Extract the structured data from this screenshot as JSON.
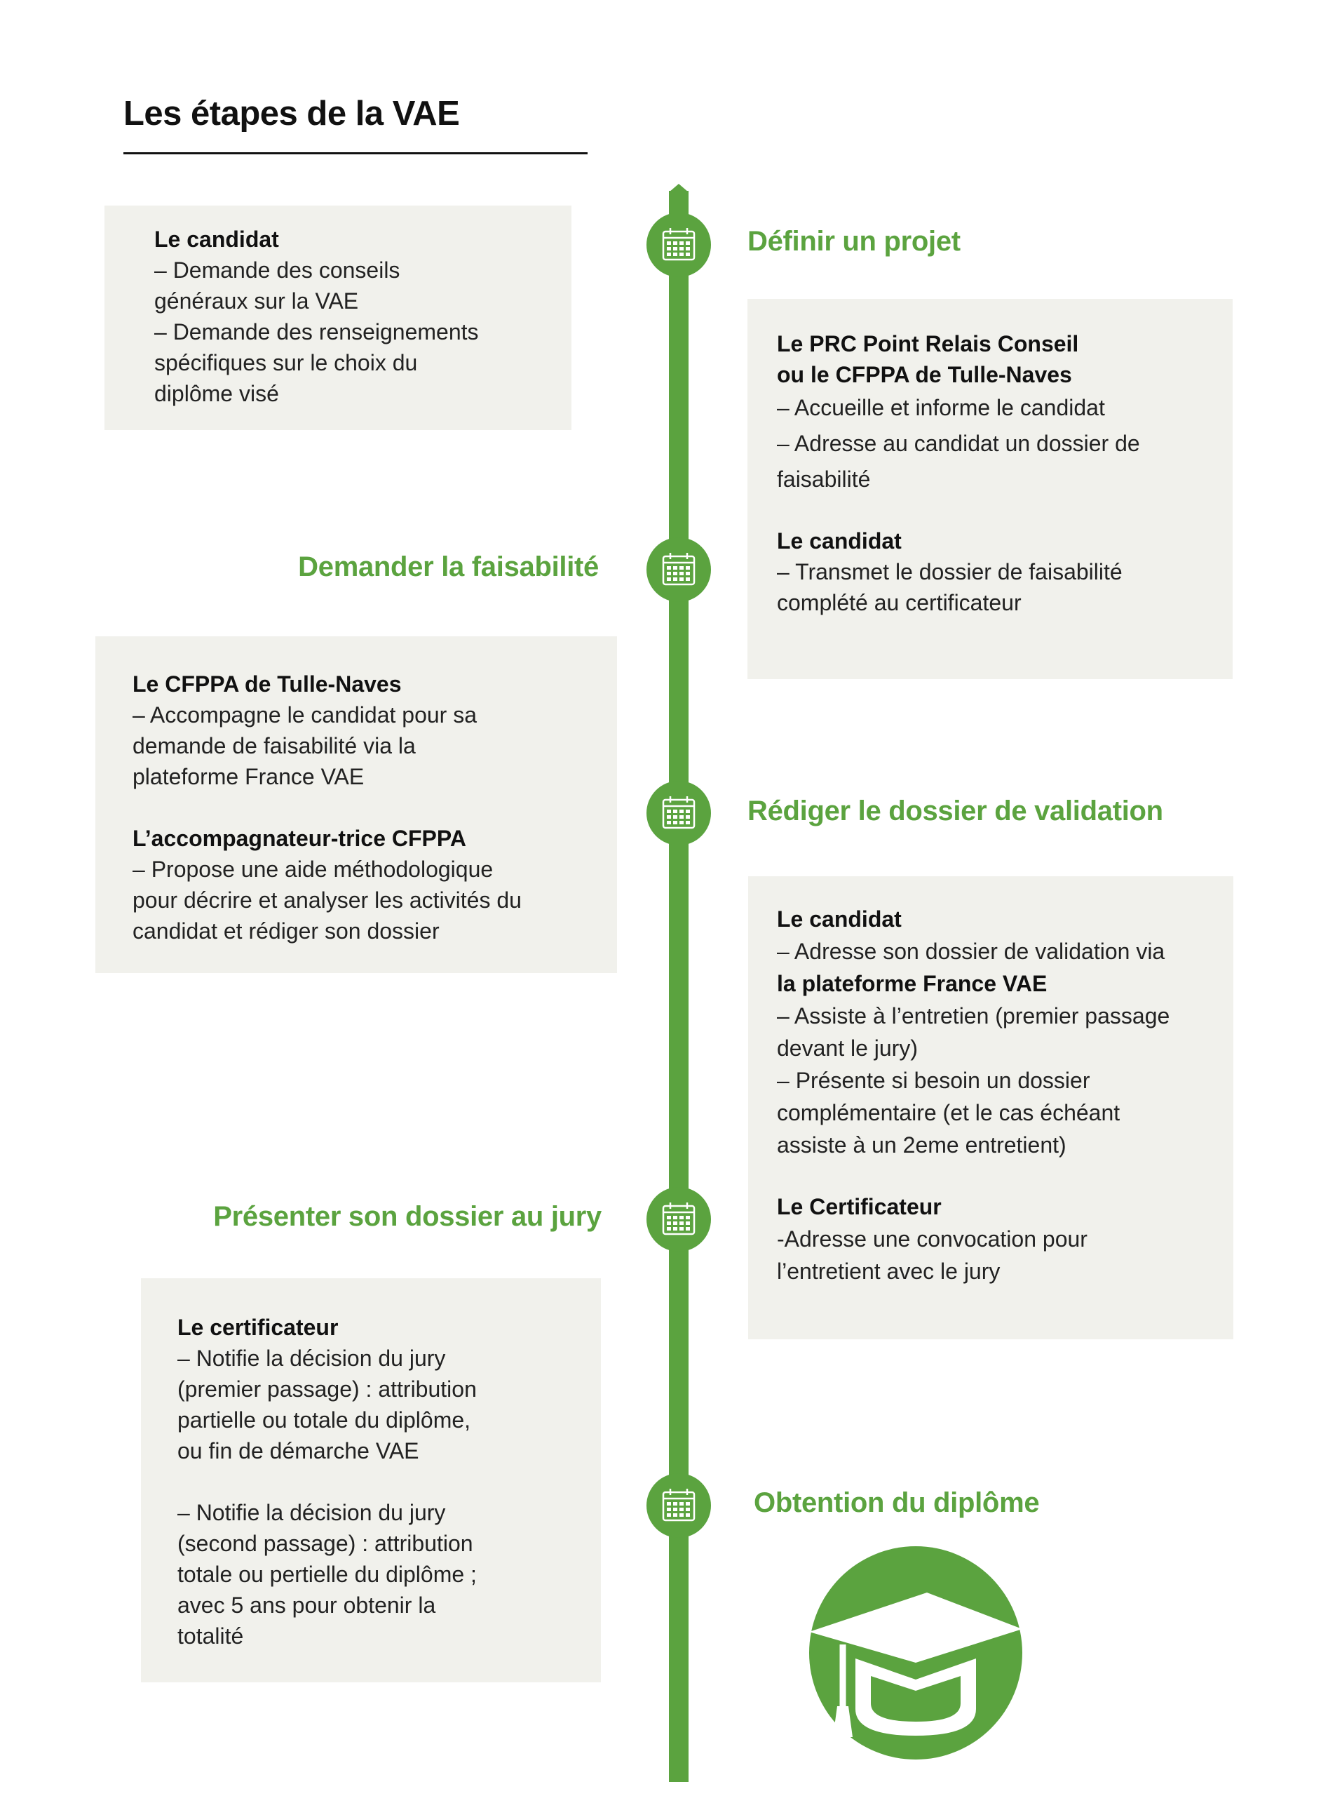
{
  "page": {
    "title": "Les étapes de la VAE"
  },
  "colors": {
    "accent": "#5ba33f",
    "card_bg": "#f1f1ec",
    "text": "#111111"
  },
  "icons": {
    "node": "calendar-icon",
    "final": "graduation-cap-icon"
  },
  "steps": [
    {
      "title": "Définir un projet"
    },
    {
      "title": "Demander la faisabilité"
    },
    {
      "title": "Rédiger le dossier de validation"
    },
    {
      "title": "Présenter son dossier au jury"
    },
    {
      "title": "Obtention du diplôme"
    }
  ],
  "cards": {
    "candidat_projet": {
      "actor": "Le candidat",
      "lines": [
        "– Demande des conseils",
        "généraux sur la VAE",
        "– Demande des renseignements",
        "spécifiques sur le choix du",
        "diplôme visé"
      ]
    },
    "prc": {
      "actor_lines": [
        "Le PRC Point Relais Conseil",
        "ou le CFPPA de Tulle-Naves"
      ],
      "lines": [
        "– Accueille et informe le candidat",
        "– Adresse au candidat un dossier de",
        "faisabilité"
      ],
      "actor2": "Le candidat",
      "lines2": [
        "– Transmet le dossier de faisabilité",
        "complété au certificateur"
      ]
    },
    "cfppa": {
      "actor": "Le CFPPA de Tulle-Naves",
      "lines": [
        "– Accompagne le candidat pour sa",
        "demande de faisabilité via la",
        "plateforme France VAE"
      ],
      "actor2": "L’accompagnateur-trice CFPPA",
      "lines2": [
        "– Propose une aide méthodologique",
        "pour décrire et analyser les activités du",
        "candidat et rédiger son dossier"
      ]
    },
    "redaction": {
      "actor": "Le candidat",
      "line1": "– Adresse son dossier de validation via",
      "line_bold": "la plateforme France VAE",
      "lines": [
        "– Assiste à l’entretien (premier passage",
        "devant le jury)",
        "– Présente si besoin un dossier",
        "complémentaire (et le cas échéant",
        "assiste à un 2eme entretient)"
      ],
      "actor2": "Le Certificateur",
      "lines2": [
        "-Adresse une convocation pour",
        "l’entretient avec le jury"
      ]
    },
    "certificateur": {
      "actor": "Le certificateur",
      "lines": [
        "– Notifie la décision du jury",
        "(premier passage) : attribution",
        "partielle ou totale du diplôme,",
        "ou fin de démarche VAE"
      ],
      "lines2": [
        "– Notifie la décision du jury",
        "(second passage) : attribution",
        "totale ou pertielle du diplôme ;",
        "avec 5 ans pour obtenir la",
        "totalité"
      ]
    }
  }
}
